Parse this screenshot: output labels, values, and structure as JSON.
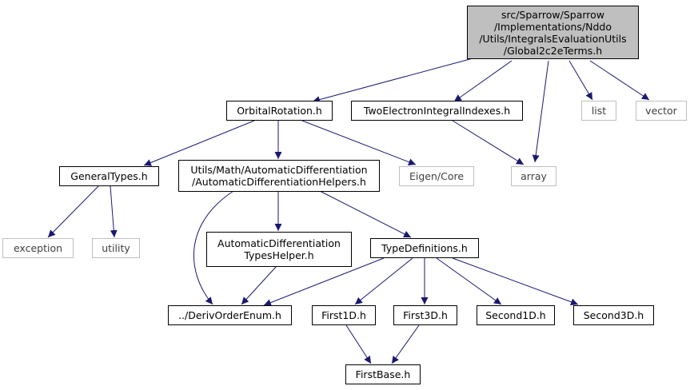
{
  "diagram": {
    "colors": {
      "edge": "#191970",
      "node_border": "#000000",
      "external_border": "#bfbfbf",
      "root_fill": "#bfbfbf"
    },
    "nodes": {
      "root": "src/Sparrow/Sparrow\n/Implementations/Nddo\n/Utils/IntegralsEvaluationUtils\n/Global2c2eTerms.h",
      "orbital_rotation": "OrbitalRotation.h",
      "two_electron": "TwoElectronIntegralIndexes.h",
      "list": "list",
      "vector": "vector",
      "general_types": "GeneralTypes.h",
      "auto_diff_helpers": "Utils/Math/AutomaticDifferentiation\n/AutomaticDifferentiationHelpers.h",
      "eigen_core": "Eigen/Core",
      "array": "array",
      "exception": "exception",
      "utility": "utility",
      "auto_diff_types": "AutomaticDifferentiation\nTypesHelper.h",
      "type_definitions": "TypeDefinitions.h",
      "deriv_order": "../DerivOrderEnum.h",
      "first1d": "First1D.h",
      "first3d": "First3D.h",
      "second1d": "Second1D.h",
      "second3d": "Second3D.h",
      "first_base": "FirstBase.h"
    }
  }
}
